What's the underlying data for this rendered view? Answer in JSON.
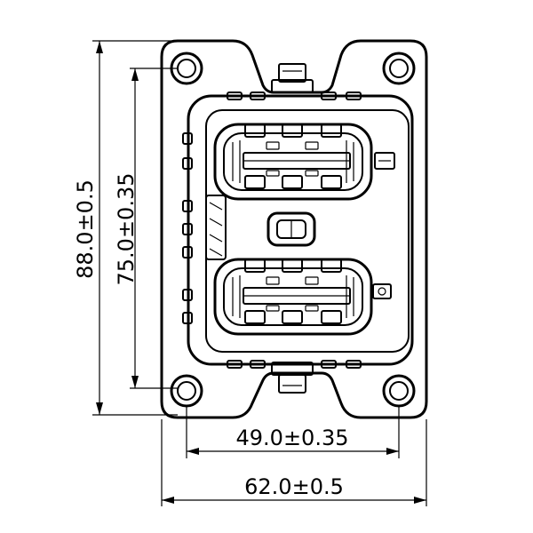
{
  "dimensions": {
    "overall_height": "88.0±0.5",
    "hole_height": "75.0±0.35",
    "hole_width": "49.0±0.35",
    "overall_width": "62.0±0.5"
  },
  "colors": {
    "stroke": "#000000",
    "background": "#ffffff"
  }
}
